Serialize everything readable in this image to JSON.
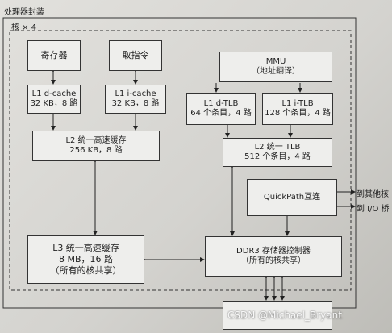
{
  "package_label": "处理器封装",
  "core_label": "核 × 4",
  "boxes": {
    "registers": "寄存器",
    "fetch": "取指令",
    "mmu": {
      "line1": "MMU",
      "line2": "（地址翻译）"
    },
    "l1d": {
      "line1": "L1 d-cache",
      "line2": "32 KB，8 路"
    },
    "l1i": {
      "line1": "L1 i-cache",
      "line2": "32 KB，8 路"
    },
    "l1dtlb": {
      "line1": "L1 d-TLB",
      "line2": "64 个条目，4 路"
    },
    "l1itlb": {
      "line1": "L1 i-TLB",
      "line2": "128 个条目，4 路"
    },
    "l2": {
      "line1": "L2 统一高速缓存",
      "line2": "256 KB，8 路"
    },
    "l2tlb": {
      "line1": "L2 统一 TLB",
      "line2": "512 个条目，4 路"
    },
    "quickpath": "QuickPath互连",
    "l3": {
      "line1": "L3 统一高速缓存",
      "line2": "8 MB，16 路",
      "line3": "（所有的核共享）"
    },
    "ddr3": {
      "line1": "DDR3 存储器控制器",
      "line2": "（所有的核共享）"
    }
  },
  "side_labels": {
    "other_cores": "到其他核",
    "io_bridge": "到 I/O 桥"
  },
  "watermark": "CSDN @Michael_Bryant"
}
